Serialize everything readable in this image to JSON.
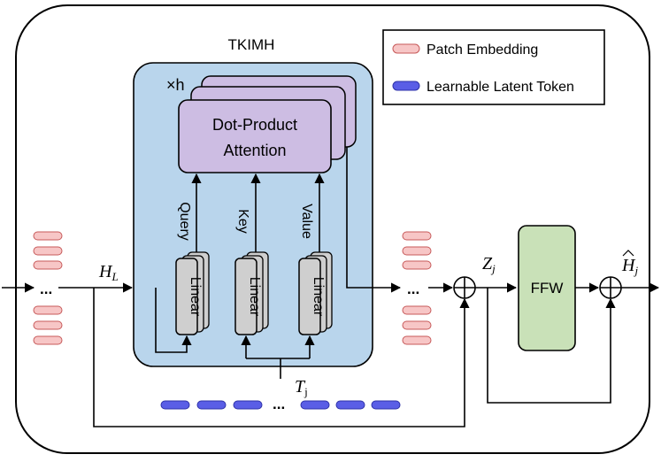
{
  "block_title": "TKIMH",
  "heads_label": "×h",
  "attention_label_line1": "Dot-Product",
  "attention_label_line2": "Attention",
  "branches": [
    {
      "name": "query",
      "label": "Query",
      "linear": "Linear"
    },
    {
      "name": "key",
      "label": "Key",
      "linear": "Linear"
    },
    {
      "name": "value",
      "label": "Value",
      "linear": "Linear"
    }
  ],
  "ffw_label": "FFW",
  "symbols": {
    "hl_base": "H",
    "hl_sub": "L",
    "z_base": "Z",
    "z_sub": "j",
    "t_base": "T",
    "t_sub": "j",
    "hhat_base": "H",
    "hhat_sub": "j",
    "ellipsis": "..."
  },
  "legend": {
    "items": [
      {
        "label": "Patch Embedding",
        "color": "#f7c6c6"
      },
      {
        "label": "Learnable Latent Token",
        "color": "#5a5ee6"
      }
    ]
  },
  "colors": {
    "block_fill": "#b9d5ec",
    "attention_fill": "#cdbde3",
    "linear_fill": "#cfcfcf",
    "ffw_fill": "#c9e1b8",
    "patch_fill": "#f7c6c6",
    "latent_fill": "#5a5ee6"
  }
}
